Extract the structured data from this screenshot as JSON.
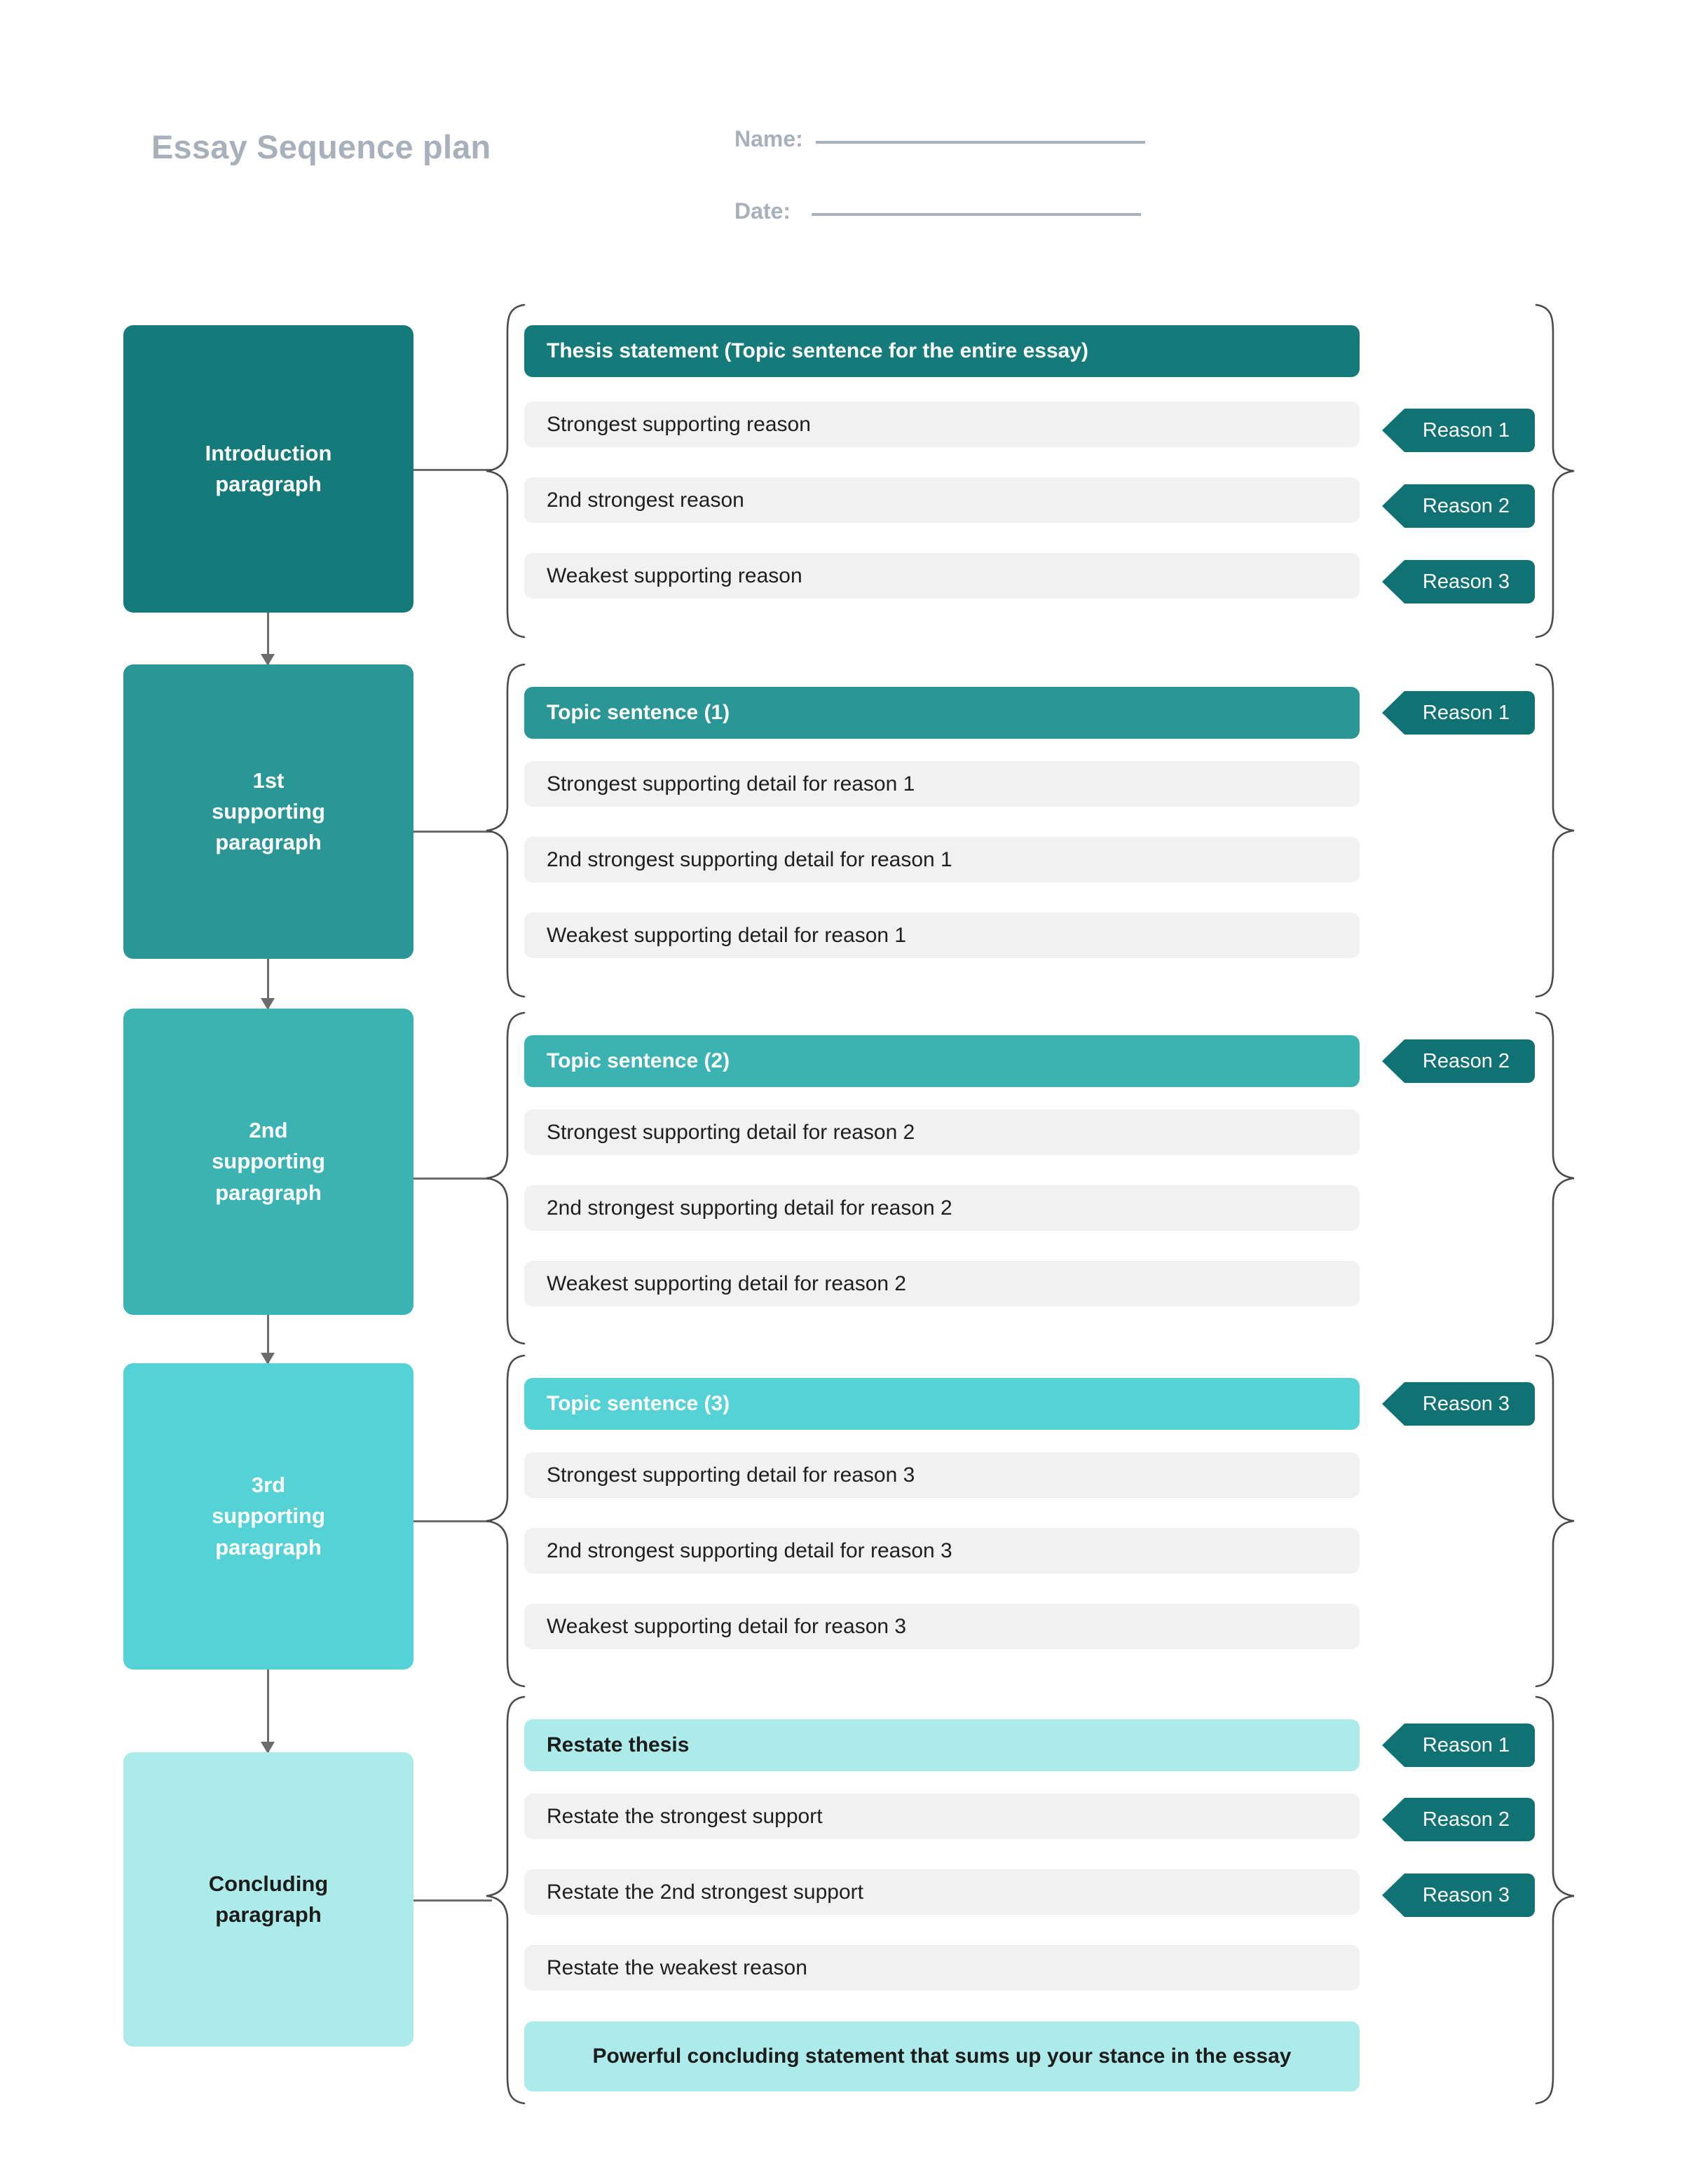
{
  "header": {
    "title": "Essay Sequence plan",
    "name_label": "Name:",
    "date_label": "Date:",
    "name_value": "",
    "date_value": ""
  },
  "colors": {
    "stage1": "#147A7A",
    "stage2": "#2B9696",
    "stage3": "#3CB3B3",
    "stage4": "#54D2D6",
    "stage5": "#ADEBEB",
    "detail_row": "#F1F1F1",
    "badge": "#107272",
    "title_gray": "#A8B0BB",
    "connector": "#6C6C6C"
  },
  "sections": [
    {
      "stage_label": "Introduction\nparagraph",
      "head": "Thesis statement (Topic sentence for the entire essay)",
      "rows": [
        "Strongest supporting reason",
        "2nd strongest reason",
        "Weakest supporting reason"
      ],
      "badges": [
        "Reason 1",
        "Reason 2",
        "Reason 3"
      ]
    },
    {
      "stage_label": "1st\nsupporting\nparagraph",
      "head": "Topic sentence (1)",
      "rows": [
        "Strongest supporting detail for reason 1",
        "2nd strongest supporting detail for reason 1",
        "Weakest supporting detail for reason 1"
      ],
      "badges": [
        "Reason 1"
      ]
    },
    {
      "stage_label": "2nd\nsupporting\nparagraph",
      "head": "Topic sentence (2)",
      "rows": [
        "Strongest supporting detail for reason 2",
        "2nd strongest supporting detail for reason 2",
        "Weakest supporting detail for reason 2"
      ],
      "badges": [
        "Reason 2"
      ]
    },
    {
      "stage_label": "3rd\nsupporting\nparagraph",
      "head": "Topic sentence (3)",
      "rows": [
        "Strongest supporting detail for reason 3",
        "2nd strongest supporting detail for reason 3",
        "Weakest supporting detail for reason 3"
      ],
      "badges": [
        "Reason 3"
      ]
    },
    {
      "stage_label": "Concluding\nparagraph",
      "head": "Restate thesis",
      "rows": [
        "Restate the strongest support",
        "Restate the 2nd strongest support",
        "Restate the weakest reason"
      ],
      "footer": "Powerful concluding statement that sums up your stance  in the essay",
      "badges": [
        "Reason 1",
        "Reason 2",
        "Reason 3"
      ]
    }
  ]
}
